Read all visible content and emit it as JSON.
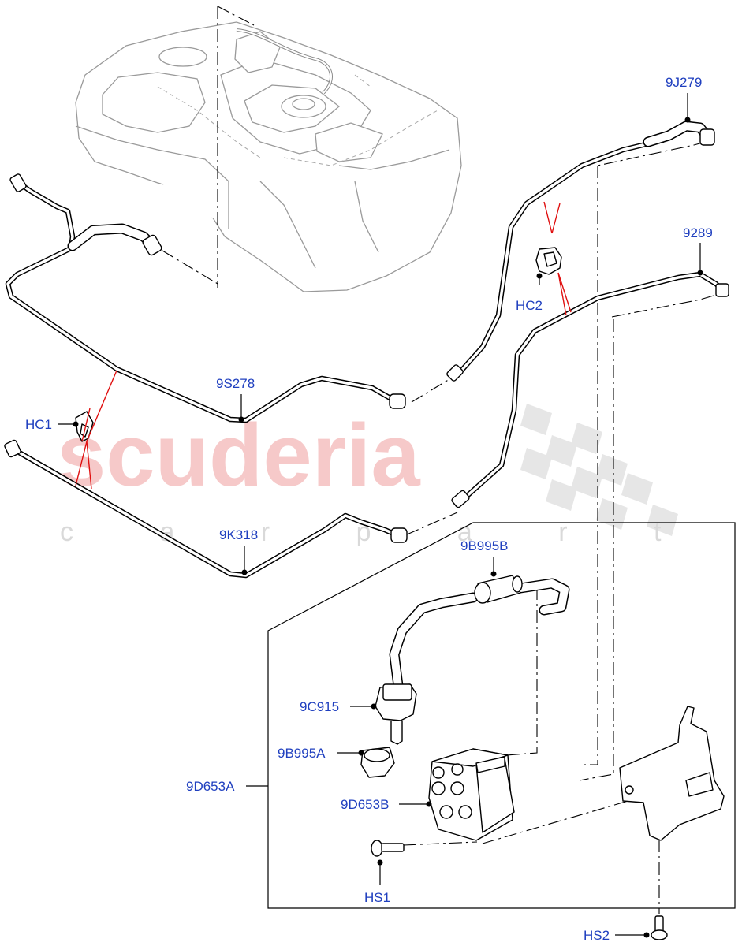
{
  "watermark": {
    "brand": "scuderia",
    "tagline": "c a r p a r t s",
    "color": "#f6c9c9"
  },
  "callouts": {
    "c_9J279": "9J279",
    "c_9289": "9289",
    "c_HC2": "HC2",
    "c_9S278": "9S278",
    "c_HC1": "HC1",
    "c_9K318": "9K318",
    "c_9B995B": "9B995B",
    "c_9C915": "9C915",
    "c_9B995A": "9B995A",
    "c_9D653A": "9D653A",
    "c_9D653B": "9D653B",
    "c_HS1": "HS1",
    "c_HS2": "HS2"
  },
  "colors": {
    "callout": "#1f3fbf",
    "line": "#000000",
    "clip_indicator": "#e01010",
    "tank_outline": "#9a9a9a"
  }
}
